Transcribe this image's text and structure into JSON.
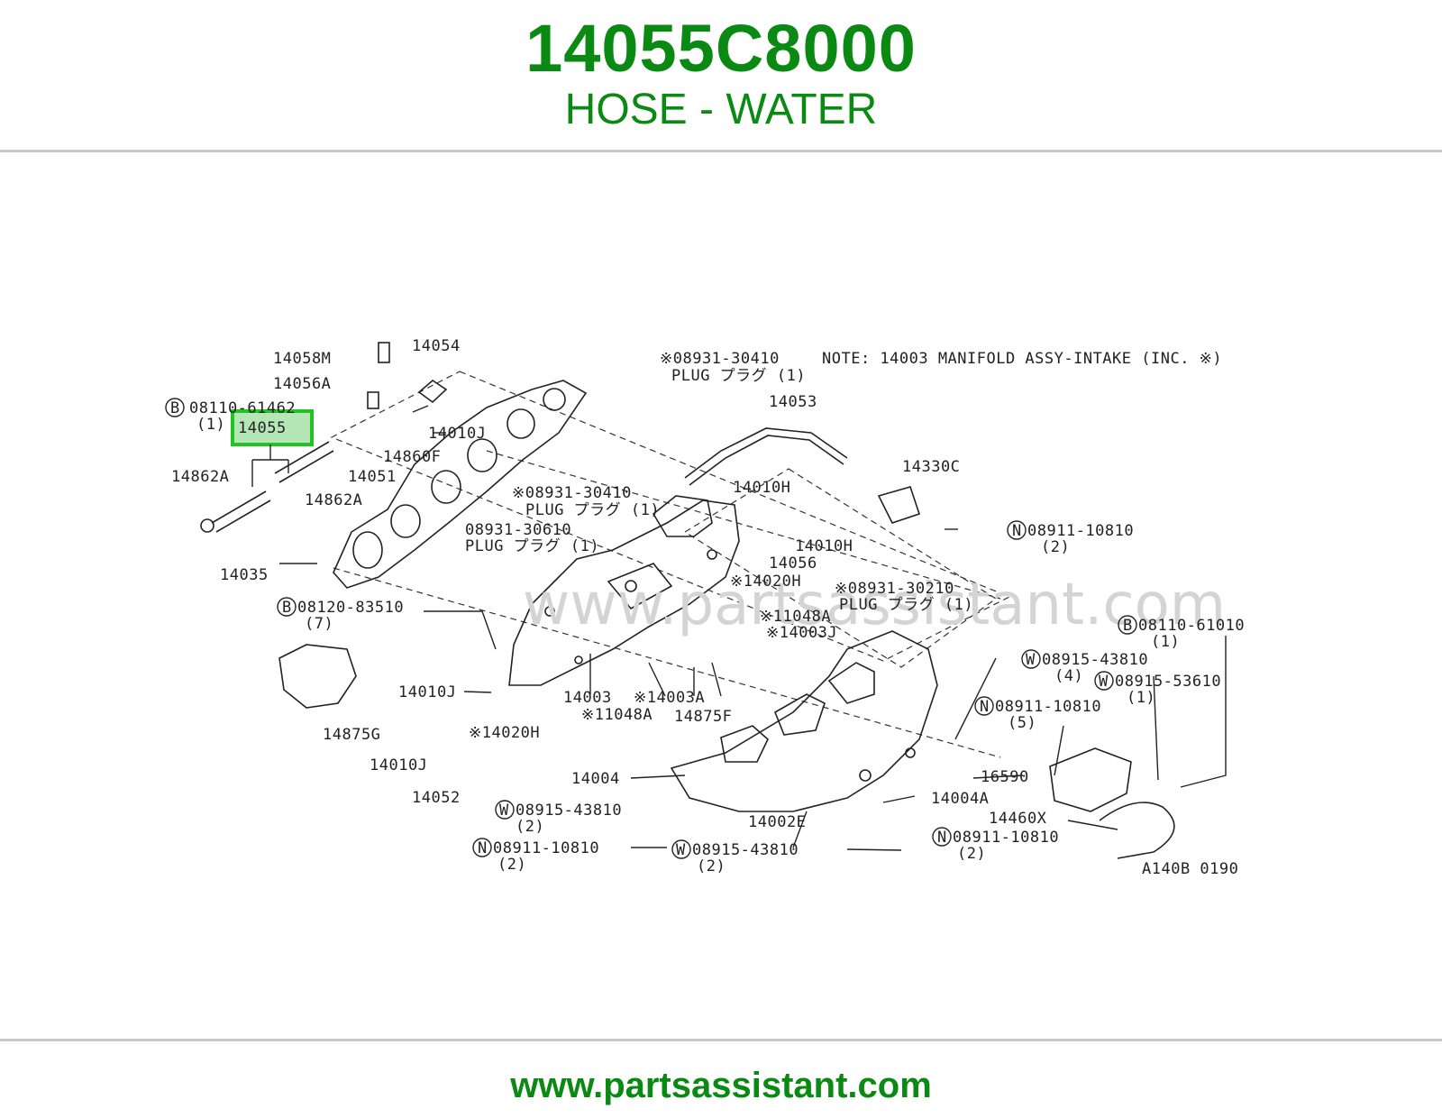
{
  "header": {
    "part_number": "14055C8000",
    "part_name": "HOSE - WATER"
  },
  "diagram": {
    "note": "NOTE: 14003 MANIFOLD ASSY-INTAKE (INC. ※)",
    "watermark": "www.partsassistant.com",
    "figure_code": "A140B 0190",
    "highlighted_part": "14055",
    "labels": [
      "14058M",
      "14054",
      "14056A",
      "08110-61462",
      "(1)",
      "14010J",
      "14860F",
      "14051",
      "14862A",
      "14862A",
      "※08931-30410",
      "PLUG プラグ (1)",
      "14053",
      "14330C",
      "08911-10810",
      "(2)",
      "14010H",
      "14010H",
      "14056",
      "※08931-30410",
      "PLUG プラグ (1)",
      "08931-30610",
      "PLUG プラグ (1)",
      "14035",
      "※14020H",
      "※08931-30210",
      "PLUG プラグ (1)",
      "08120-83510",
      "(7)",
      "※11048A",
      "※14003J",
      "08110-61010",
      "(1)",
      "08915-43810",
      "(4)",
      "08915-53610",
      "(1)",
      "08911-10810",
      "(5)",
      "14010J",
      "14003",
      "※14003A",
      "※11048A",
      "14875F",
      "14875G",
      "※14020H",
      "14010J",
      "14052",
      "14004",
      "16590",
      "14004A",
      "08915-43810",
      "(2)",
      "14002E",
      "14460X",
      "08911-10810",
      "(2)",
      "08915-43810",
      "(2)",
      "08911-10810",
      "(2)"
    ],
    "circle_markers": [
      "B",
      "B",
      "B",
      "N",
      "W",
      "W",
      "N",
      "W",
      "N",
      "W",
      "N"
    ]
  },
  "footer": {
    "url": "www.partsassistant.com"
  },
  "colors": {
    "brand_green": "#0b8a13",
    "highlight_green": "#22c322",
    "rule_gray": "#c8c8c8"
  }
}
